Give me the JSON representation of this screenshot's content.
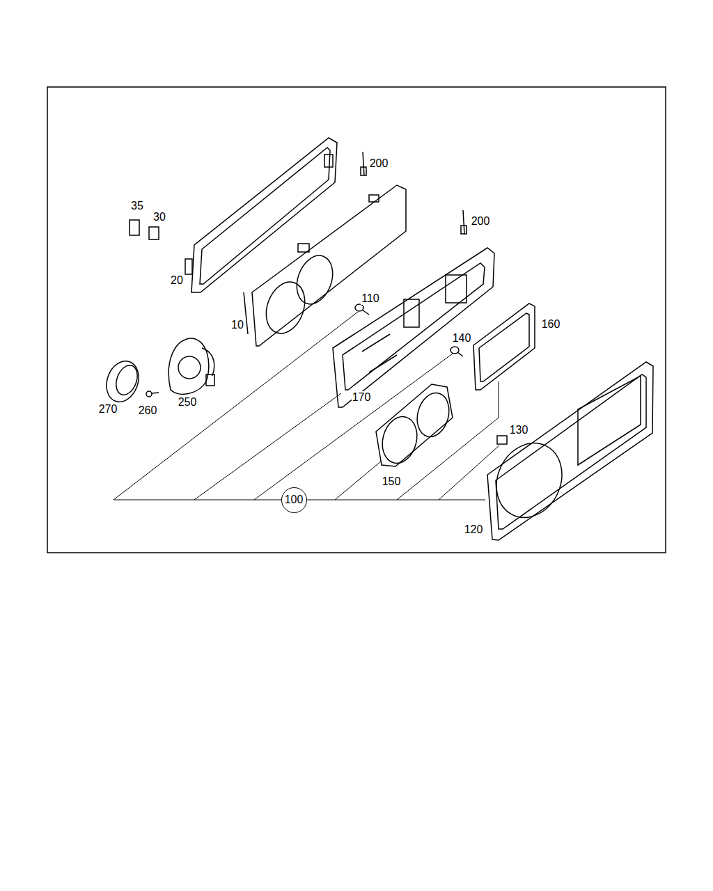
{
  "diagram": {
    "nodes": [
      {
        "text": [
          "100"
        ]
      }
    ],
    "labels": [
      "200",
      "35",
      "30",
      "200",
      "20",
      "110",
      "10",
      "160",
      "140",
      "270",
      "260",
      "250",
      "170",
      "130",
      "150",
      "120"
    ]
  }
}
